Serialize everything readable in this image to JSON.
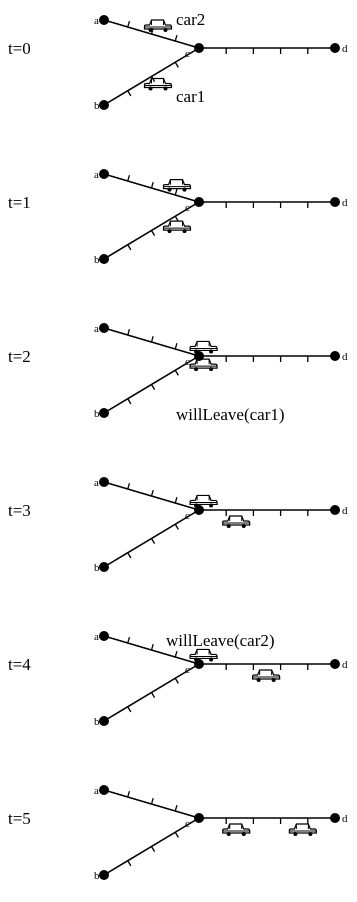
{
  "nodes": {
    "a": "a",
    "b": "b",
    "c": "c",
    "d": "d"
  },
  "panels": [
    {
      "time_label": "t=0",
      "cars": [
        {
          "segment": "ac",
          "pos": 0.5
        },
        {
          "segment": "bc",
          "pos": 0.5
        }
      ],
      "annotations": [
        {
          "text": "car2",
          "anchor": "top"
        },
        {
          "text": "car1",
          "anchor": "bottom"
        }
      ]
    },
    {
      "time_label": "t=1",
      "cars": [
        {
          "segment": "ac",
          "pos": 0.7
        },
        {
          "segment": "bc",
          "pos": 0.7
        }
      ],
      "annotations": []
    },
    {
      "time_label": "t=2",
      "cars": [
        {
          "segment": "ac",
          "pos": 0.98
        },
        {
          "segment": "bc",
          "pos": 0.98
        }
      ],
      "annotations": [
        {
          "text": "willLeave(car1)",
          "anchor": "bottom"
        }
      ]
    },
    {
      "time_label": "t=3",
      "cars": [
        {
          "segment": "ac",
          "pos": 0.98
        },
        {
          "segment": "cd",
          "pos": 0.27
        }
      ],
      "annotations": []
    },
    {
      "time_label": "t=4",
      "cars": [
        {
          "segment": "ac",
          "pos": 0.98
        },
        {
          "segment": "cd",
          "pos": 0.49
        }
      ],
      "annotations": [
        {
          "text": "willLeave(car2)",
          "anchor": "top"
        }
      ]
    },
    {
      "time_label": "t=5",
      "cars": [
        {
          "segment": "cd",
          "pos": 0.27
        },
        {
          "segment": "cd",
          "pos": 0.76
        }
      ],
      "annotations": []
    }
  ]
}
